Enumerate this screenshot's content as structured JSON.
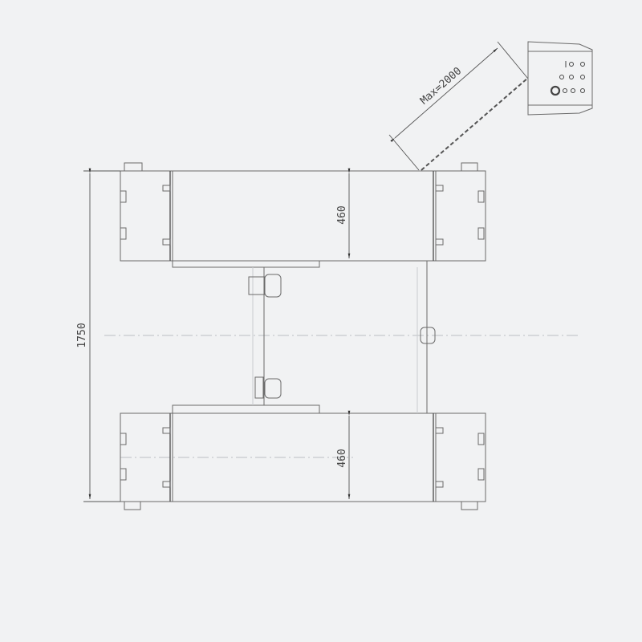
{
  "drawing": {
    "dimensions": {
      "reach_label": "Max=2000",
      "top_platform_width": "460",
      "bottom_platform_width": "460",
      "overall_length": "1750"
    },
    "colors": {
      "background": "#f1f2f3",
      "line": "#6a6a6a"
    }
  }
}
